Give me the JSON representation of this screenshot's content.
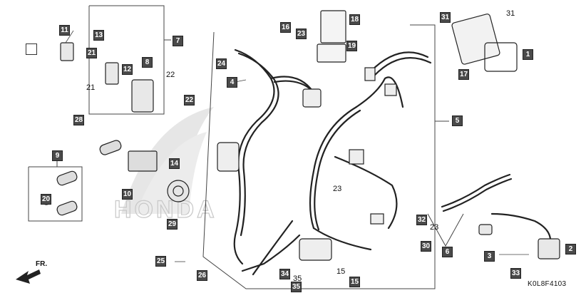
{
  "diagram_code": "K0L8F4103",
  "direction_label": "FR.",
  "brand_watermark": "HONDA",
  "callouts": [
    {
      "id": "c11",
      "num": "11"
    },
    {
      "id": "c13",
      "num": "13"
    },
    {
      "id": "c7",
      "num": "7"
    },
    {
      "id": "c21",
      "num": "21"
    },
    {
      "id": "c12",
      "num": "12"
    },
    {
      "id": "c8",
      "num": "8"
    },
    {
      "id": "c28",
      "num": "28"
    },
    {
      "id": "c22",
      "num": "22"
    },
    {
      "id": "c24",
      "num": "24"
    },
    {
      "id": "c4",
      "num": "4"
    },
    {
      "id": "c16",
      "num": "16"
    },
    {
      "id": "c23a",
      "num": "23"
    },
    {
      "id": "c18",
      "num": "18"
    },
    {
      "id": "c19",
      "num": "19"
    },
    {
      "id": "c31",
      "num": "31"
    },
    {
      "id": "c1",
      "num": "1"
    },
    {
      "id": "c17",
      "num": "17"
    },
    {
      "id": "c5",
      "num": "5"
    },
    {
      "id": "c9",
      "num": "9"
    },
    {
      "id": "c20",
      "num": "20"
    },
    {
      "id": "c10",
      "num": "10"
    },
    {
      "id": "c14",
      "num": "14"
    },
    {
      "id": "c29",
      "num": "29"
    },
    {
      "id": "c32",
      "num": "32"
    },
    {
      "id": "c6",
      "num": "6"
    },
    {
      "id": "c30",
      "num": "30"
    },
    {
      "id": "c2",
      "num": "2"
    },
    {
      "id": "c3",
      "num": "3"
    },
    {
      "id": "c33",
      "num": "33"
    },
    {
      "id": "c25",
      "num": "25"
    },
    {
      "id": "c26",
      "num": "26"
    },
    {
      "id": "c34",
      "num": "34"
    },
    {
      "id": "c35",
      "num": "35"
    },
    {
      "id": "c15",
      "num": "15"
    }
  ],
  "plain_labels": [
    {
      "id": "p21",
      "num": "21"
    },
    {
      "id": "p22",
      "num": "22"
    },
    {
      "id": "p31",
      "num": "31"
    },
    {
      "id": "p23a",
      "num": "23"
    },
    {
      "id": "p23b",
      "num": "23"
    },
    {
      "id": "p15",
      "num": "15"
    },
    {
      "id": "p35",
      "num": "35"
    }
  ]
}
